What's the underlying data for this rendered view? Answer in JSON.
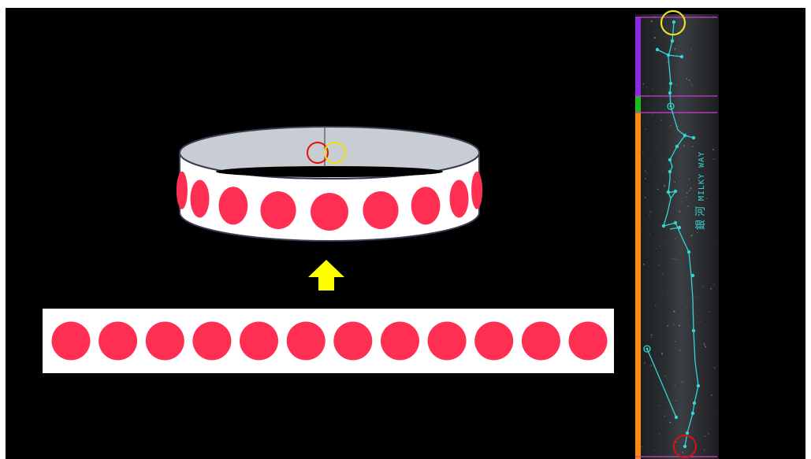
{
  "colors": {
    "background": "#000000",
    "border": "#ffffff",
    "dot": "#ff2e53",
    "strip": "#ffffff",
    "band_inner": "#c7cdd3",
    "arrow": "#ffff00",
    "yellow_circle": "#e8e020",
    "red_circle": "#e01010",
    "constellation": "#33d6d6",
    "purple_bar": "#8a2be2",
    "green_bar": "#1bbf1b",
    "orange_bar": "#ff8a10",
    "magenta_line": "#d13bd1"
  },
  "flat_strip": {
    "dot_count": 12
  },
  "band": {
    "front_dot_count": 9
  },
  "milky_way": {
    "label_en": "MILKY WAY",
    "label_zh": "銀 河"
  }
}
